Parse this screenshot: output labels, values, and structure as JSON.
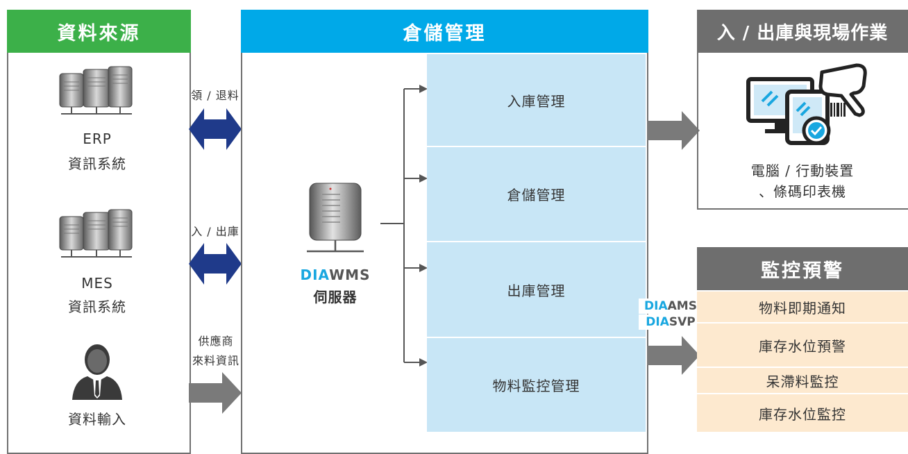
{
  "data_source": {
    "title": "資料來源",
    "items": [
      {
        "line1": "ERP",
        "line2": "資訊系統",
        "icon": "server-icon"
      },
      {
        "line1": "MES",
        "line2": "資訊系統",
        "icon": "server-icon"
      },
      {
        "line1": "",
        "line2": "資料輸入",
        "icon": "user-icon"
      }
    ]
  },
  "flows": {
    "erp": "領 / 退料",
    "mes": "入 / 出庫",
    "supplier_line1": "供應商",
    "supplier_line2": "來料資訊"
  },
  "warehouse": {
    "title": "倉儲管理",
    "server_brand_prefix": "DIA",
    "server_brand_suffix": "WMS",
    "server_label": "伺服器",
    "modules": [
      "入庫管理",
      "倉儲管理",
      "出庫管理",
      "物料監控管理"
    ]
  },
  "onsite": {
    "title": "入 / 出庫與現場作業",
    "device_line1": "電腦 / 行動裝置",
    "device_line2": "、條碼印表機"
  },
  "monitor": {
    "title": "監控預警",
    "badge1_prefix": "DIA",
    "badge1_suffix": "AMS",
    "badge2_prefix": "DIA",
    "badge2_suffix": "SVP",
    "items": [
      "物料即期通知",
      "庫存水位預警",
      "呆滯料監控",
      "庫存水位監控"
    ]
  },
  "colors": {
    "green": "#3cb049",
    "blue": "#00a9e8",
    "gray": "#6e6e6e",
    "navy": "#1f3a8a",
    "module_bg": "#c8e6f6",
    "alert_bg": "#fde9cf",
    "dia_accent": "#19a7e0"
  }
}
